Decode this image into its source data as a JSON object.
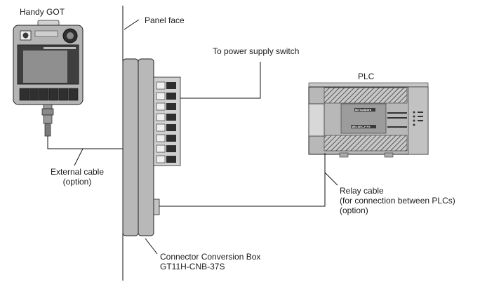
{
  "labels": {
    "handy_got": "Handy GOT",
    "panel_face": "Panel face",
    "power_switch": "To power supply switch",
    "plc": "PLC",
    "external_cable_1": "External cable",
    "external_cable_2": "(option)",
    "relay_cable_1": "Relay cable",
    "relay_cable_2": "(for connection between PLCs)",
    "relay_cable_3": "(option)",
    "connector_box_1": "Connector Conversion Box",
    "connector_box_2": "GT11H-CNB-37S"
  },
  "plc_panel_text": {
    "brand": "MITSUBISHI",
    "model": "MELSEC-F FX"
  },
  "colors": {
    "device_gray": "#b4b4b4",
    "device_dark": "#3c3c3c",
    "screen": "#8f8f8f",
    "line": "#111111"
  }
}
